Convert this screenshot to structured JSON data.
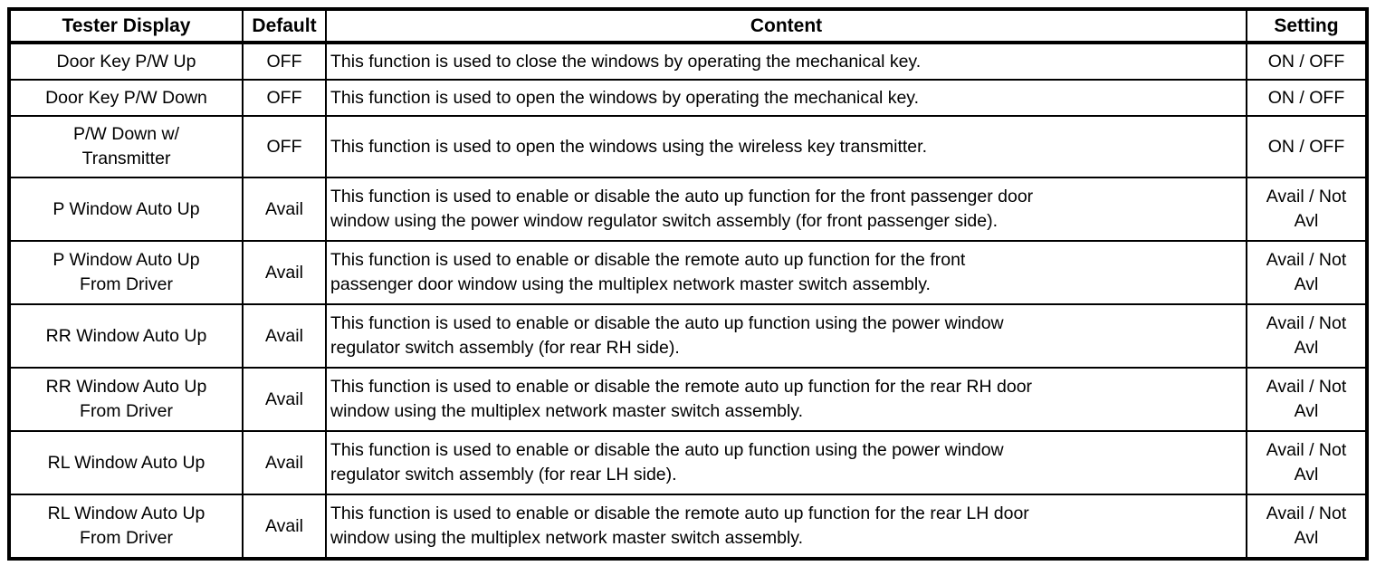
{
  "table": {
    "headers": [
      "Tester Display",
      "Default",
      "Content",
      "Setting"
    ],
    "rows": [
      {
        "tester_display": "Door Key P/W Up",
        "default": "OFF",
        "content": "This function is used to close the windows by operating the mechanical key.",
        "setting": "ON / OFF"
      },
      {
        "tester_display": "Door Key P/W Down",
        "default": "OFF",
        "content": "This function is used to open the windows by operating the mechanical key.",
        "setting": "ON / OFF"
      },
      {
        "tester_display": "P/W Down w/\nTransmitter",
        "default": "OFF",
        "content": "This function is used to open the windows using the wireless key transmitter.",
        "setting": "ON / OFF"
      },
      {
        "tester_display": "P Window Auto Up",
        "default": "Avail",
        "content": "This function is used to enable or disable the auto up function for the front passenger door\nwindow using the power window regulator switch assembly (for front passenger side).",
        "setting": "Avail / Not\nAvl"
      },
      {
        "tester_display": "P Window Auto Up\nFrom Driver",
        "default": "Avail",
        "content": "This function is used to enable or disable the remote auto up function for the front\npassenger door window using the multiplex network master switch assembly.",
        "setting": "Avail / Not\nAvl"
      },
      {
        "tester_display": "RR Window Auto Up",
        "default": "Avail",
        "content": "This function is used to enable or disable the auto up function using the power window\nregulator switch assembly (for rear RH side).",
        "setting": "Avail / Not\nAvl"
      },
      {
        "tester_display": "RR Window Auto Up\nFrom Driver",
        "default": "Avail",
        "content": "This function is used to enable or disable the remote auto up function for the rear RH door\nwindow using the multiplex network master switch assembly.",
        "setting": "Avail / Not\nAvl"
      },
      {
        "tester_display": "RL Window Auto Up",
        "default": "Avail",
        "content": "This function is used to enable or disable the auto up function using the power window\nregulator switch assembly (for rear LH side).",
        "setting": "Avail / Not\nAvl"
      },
      {
        "tester_display": "RL Window Auto Up\nFrom Driver",
        "default": "Avail",
        "content": "This function is used to enable or disable the remote auto up function for the rear LH door\nwindow using the multiplex network master switch assembly.",
        "setting": "Avail / Not\nAvl"
      }
    ]
  }
}
